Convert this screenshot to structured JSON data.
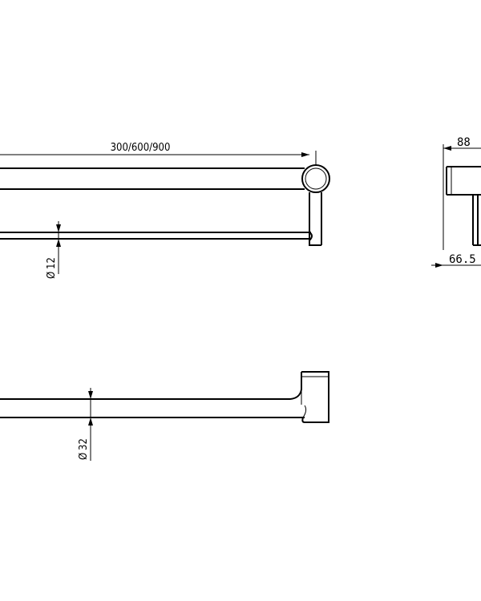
{
  "drawing": {
    "dimensions": {
      "length": "300/600/900",
      "depth_top": "88",
      "depth_bottom": "66.5",
      "small_rail_dia_symbol": "Ø",
      "small_rail_dia_value": "12",
      "large_rail_dia_symbol": "Ø",
      "large_rail_dia_value": "32"
    }
  }
}
